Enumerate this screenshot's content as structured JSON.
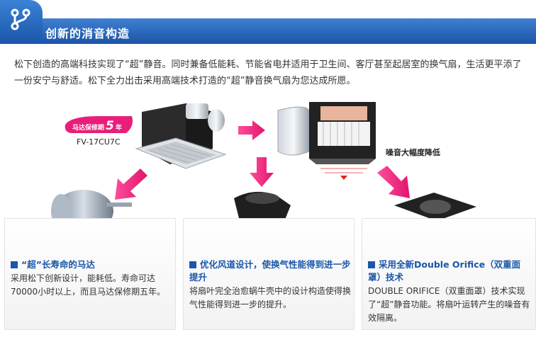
{
  "header": {
    "title": "创新的消音构造",
    "icon": "branch-icon",
    "colors": {
      "bar": "#1c55a8",
      "accent": "#e91e7a"
    }
  },
  "intro": "松下创造的高端科技实现了“超”静音。同时兼备低能耗、节能省电并适用于卫生间、客厅甚至起居室的换气扇，生活更平添了一份安宁与舒适。松下全力出击采用高端技术打造的“超”静音换气扇为您达成所愿。",
  "scene": {
    "badge_text": "马达保修期",
    "badge_num": "5",
    "badge_unit": "年",
    "model": "FV-17CU7C",
    "noise_label": "噪音大幅度降低"
  },
  "panels": [
    {
      "title": "“超”长寿命的马达",
      "text": "采用松下创新设计，能耗低。寿命可达70000小时以上，而且马达保修期五年。"
    },
    {
      "title": "优化风道设计，使换气性能得到进一步提升",
      "text": "将扇叶完全治愈蜗牛壳中的设计构造使得换气性能得到进一步的提升。"
    },
    {
      "title": "采用全新Double Orifice（双重面罩）技术",
      "text": "DOUBLE ORIFICE（双重面罩）技术实现了“超”静音功能。将扇叶运转产生的噪音有效隔离。"
    }
  ]
}
